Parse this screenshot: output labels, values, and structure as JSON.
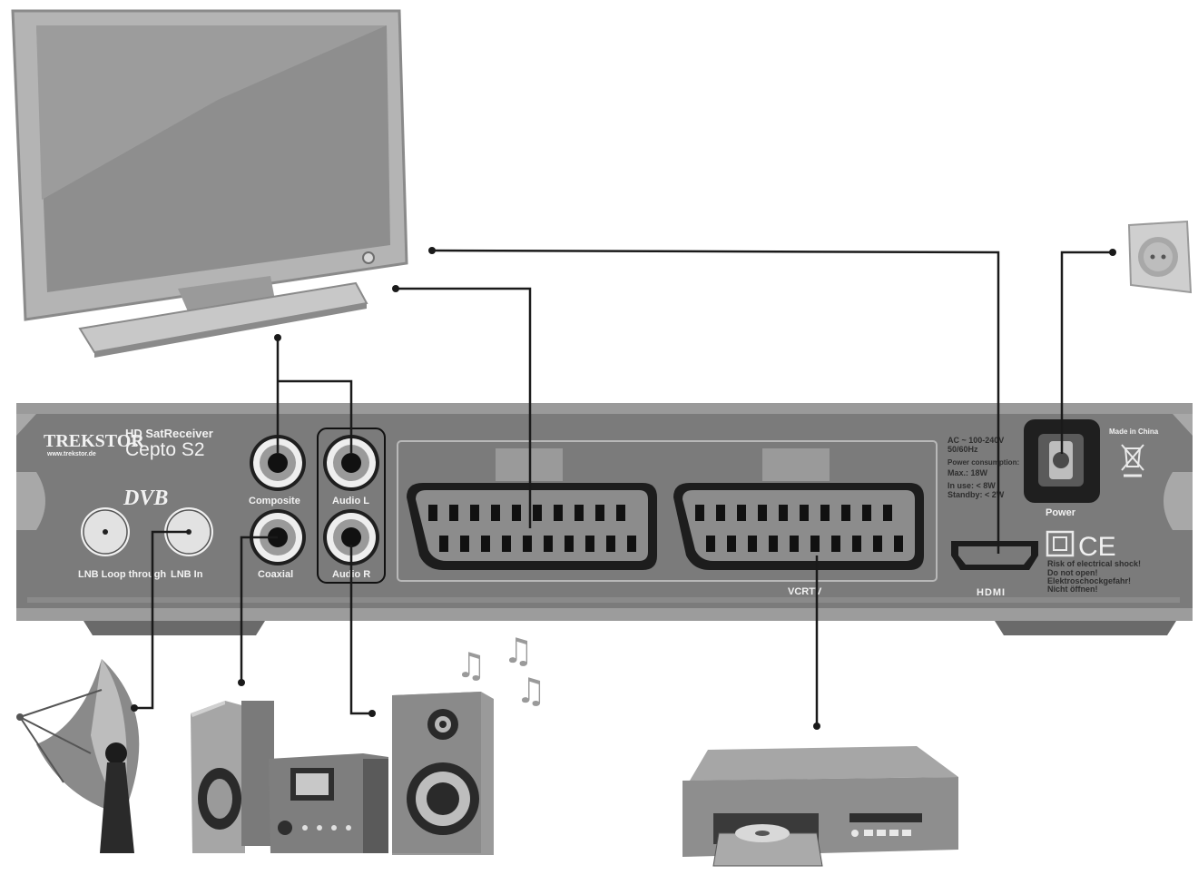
{
  "receiver": {
    "brand": "TREKSTOR",
    "brand_url": "www.trekstor.de",
    "model_line": "HD SatReceiver",
    "model_name": "Cepto S2",
    "dvb_logo": "DVB",
    "ports": {
      "lnb_loop": "LNB Loop through",
      "lnb_in": "LNB In",
      "composite": "Composite",
      "coaxial": "Coaxial",
      "audio_l": "Audio L",
      "audio_r": "Audio R",
      "vcrtv": "VCRTV",
      "hdmi": "HDMI",
      "power": "Power"
    },
    "spec_lines": [
      "AC ~ 100-240V",
      "50/60Hz",
      "Power consumption:",
      "Max.: 18W",
      "In use: < 8W",
      "Standby: < 2W"
    ],
    "made_in": "Made in China",
    "warning_lines": [
      "Risk of electrical shock!",
      "Do not open!",
      "Elektroschockgefahr!",
      "Nicht öffnen!"
    ],
    "ce_mark": "CE"
  },
  "devices": {
    "tv": "television",
    "wall_socket": "power outlet",
    "satellite_dish": "satellite dish",
    "hifi_system": "hifi stereo system",
    "speaker": "loudspeaker",
    "dvd_player": "dvd recorder"
  },
  "icons": [
    "music-note-icon",
    "weee-bin-icon",
    "double-insulation-icon",
    "power-switch-icon"
  ],
  "colors": {
    "device_body": "#8c8c8c",
    "device_light": "#c8c8c8",
    "panel": "#7a7a7a",
    "wire": "#1a1a1a",
    "label_light": "#f2f2f2"
  }
}
